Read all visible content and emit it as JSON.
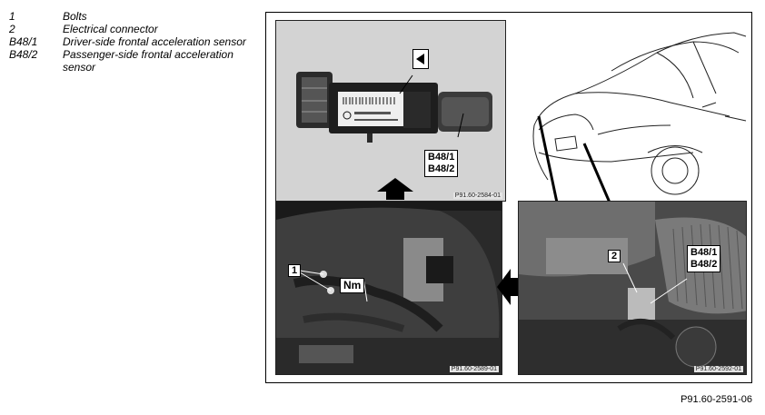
{
  "legend": [
    {
      "key": "1",
      "text": "Bolts"
    },
    {
      "key": "2",
      "text": "Electrical connector"
    },
    {
      "key": "B48/1",
      "text": "Driver-side frontal acceleration sensor"
    },
    {
      "key": "B48/2",
      "text": "Passenger-side frontal acceleration sensor"
    }
  ],
  "figure": {
    "sensor_panel": {
      "label_line1": "B48/1",
      "label_line2": "B48/2",
      "symbol": "left-arrow-in-box-icon",
      "ref": "P91.60-2584-01"
    },
    "bolts_panel": {
      "callout": "1",
      "torque": "Nm",
      "ref": "P91.60-2589-01"
    },
    "connector_panel": {
      "callout": "2",
      "label_line1": "B48/1",
      "label_line2": "B48/2",
      "ref": "P91.60-2592-01"
    }
  },
  "figure_ref": "P91.60-2591-06",
  "colors": {
    "border": "#000000",
    "sensor_bg": "#d0d0d0",
    "photo_dark": "#4a4a4a"
  }
}
